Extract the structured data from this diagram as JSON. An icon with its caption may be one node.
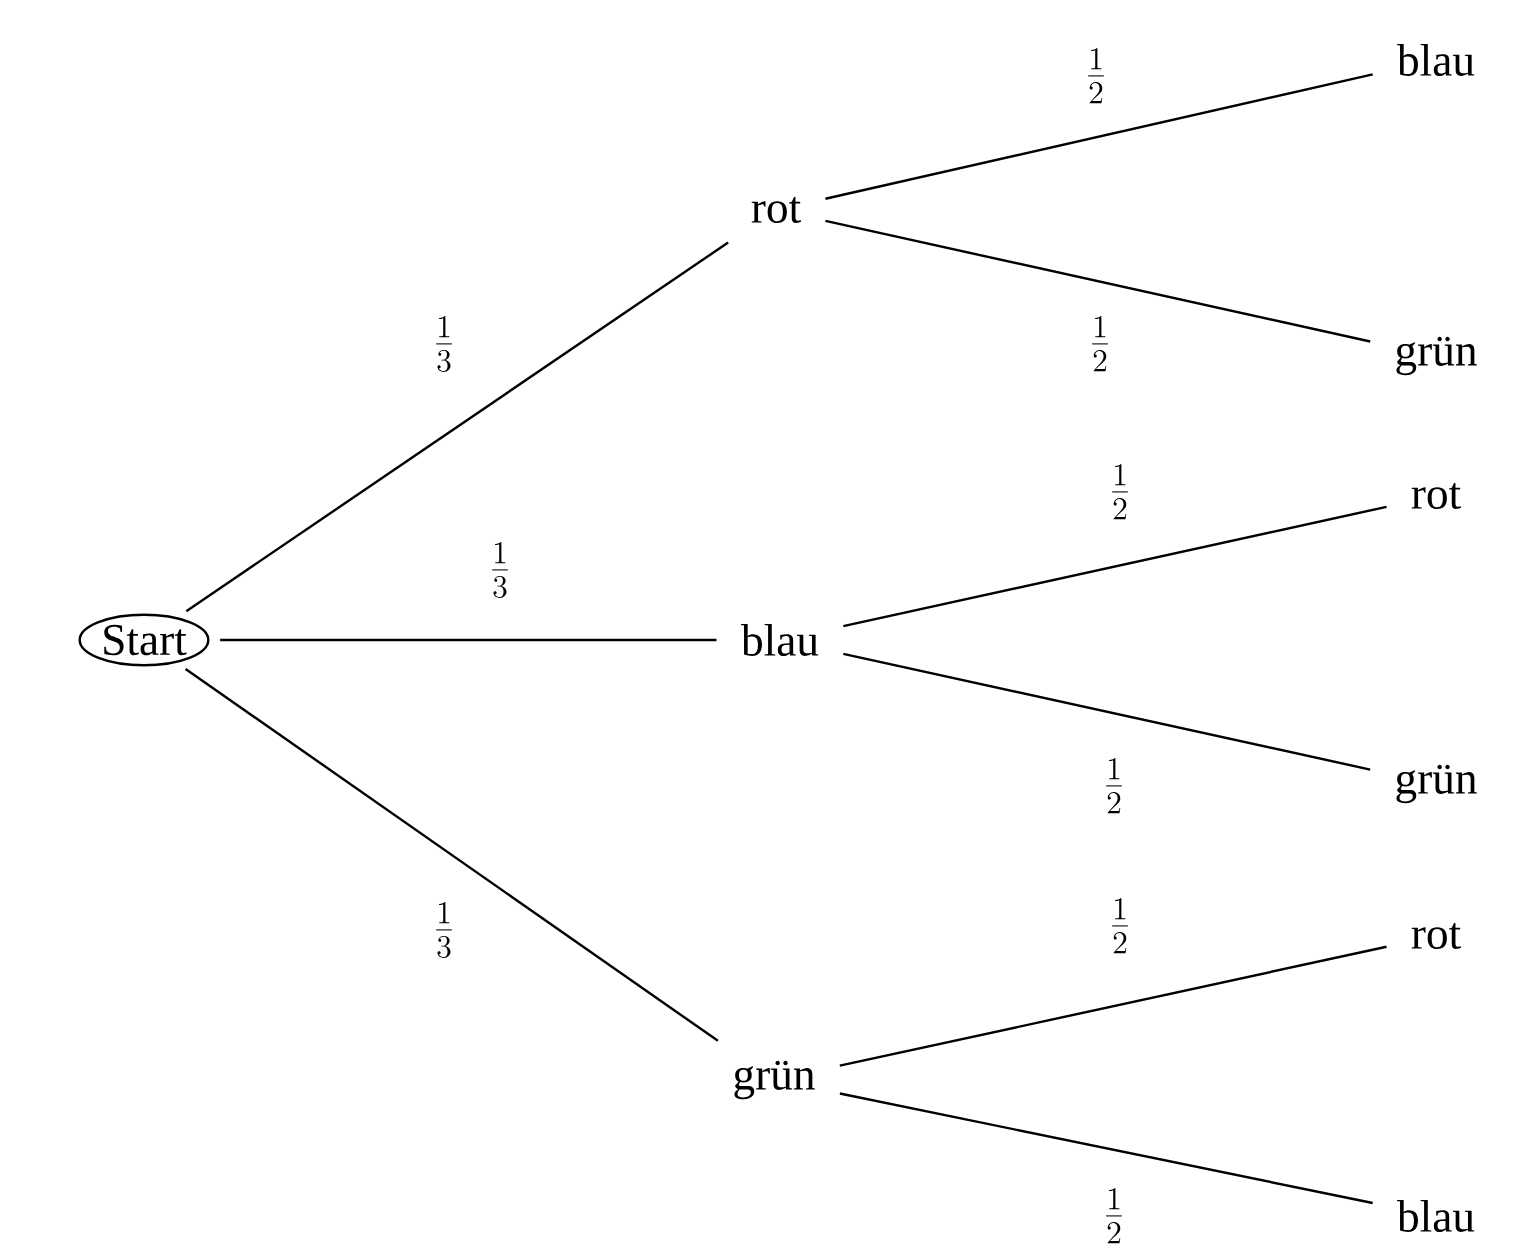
{
  "diagram": {
    "nodes": [
      {
        "text": [
          "Start"
        ]
      },
      {
        "text": [
          "rot"
        ]
      },
      {
        "text": [
          "blau"
        ]
      },
      {
        "text": [
          "grün"
        ]
      },
      {
        "text": [
          "blau"
        ]
      },
      {
        "text": [
          "grün"
        ]
      },
      {
        "text": [
          "rot"
        ]
      },
      {
        "text": [
          "grün"
        ]
      },
      {
        "text": [
          "rot"
        ]
      },
      {
        "text": [
          "blau"
        ]
      }
    ],
    "edges": [
      {
        "from": 0,
        "to": 1,
        "arrow": "none",
        "label": "\\frac{1}{3}"
      },
      {
        "from": 0,
        "to": 2,
        "arrow": "none",
        "label": "\\frac{1}{3}"
      },
      {
        "from": 0,
        "to": 3,
        "arrow": "none",
        "label": "\\frac{1}{3}"
      },
      {
        "from": 1,
        "to": 4,
        "arrow": "none",
        "label": "\\frac{1}{2}"
      },
      {
        "from": 1,
        "to": 5,
        "arrow": "none",
        "label": "\\frac{1}{2}"
      },
      {
        "from": 2,
        "to": 6,
        "arrow": "none",
        "label": "\\frac{1}{2}"
      },
      {
        "from": 2,
        "to": 7,
        "arrow": "none",
        "label": "\\frac{1}{2}"
      },
      {
        "from": 3,
        "to": 8,
        "arrow": "none",
        "label": "\\frac{1}{2}"
      },
      {
        "from": 3,
        "to": 9,
        "arrow": "none",
        "label": "\\frac{1}{2}"
      }
    ]
  }
}
